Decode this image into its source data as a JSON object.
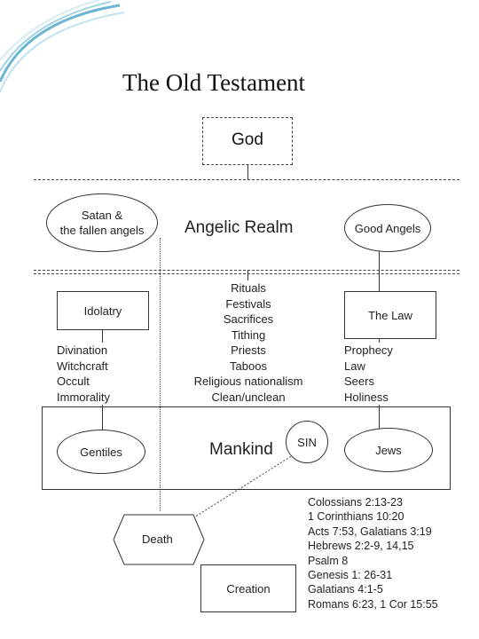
{
  "title": "The Old Testament",
  "god": "God",
  "angelic_realm": "Angelic Realm",
  "satan": [
    "Satan &",
    "the fallen angels"
  ],
  "good_angels": "Good Angels",
  "idolatry": "Idolatry",
  "the_law": "The Law",
  "rituals": [
    "Rituals",
    "Festivals",
    "Sacrifices",
    "Tithing",
    "Priests",
    "Taboos",
    "Religious nationalism",
    "Clean/unclean"
  ],
  "occult": [
    "Divination",
    "Witchcraft",
    "Occult",
    "Immorality"
  ],
  "law_items": [
    "Prophecy",
    "Law",
    "Seers",
    "Holiness"
  ],
  "mankind": "Mankind",
  "gentiles": "Gentiles",
  "sin": "SIN",
  "jews": "Jews",
  "death": "Death",
  "creation": "Creation",
  "references": [
    "Colossians 2:13-23",
    "1 Corinthians 10:20",
    "Acts 7:53, Galatians 3:19",
    "Hebrews 2:2-9, 14,15",
    "Psalm 8",
    "Genesis 1: 26-31",
    "Galatians 4:1-5",
    "Romans 6:23, 1 Cor 15:55"
  ],
  "colors": {
    "corner": "#4aa3c8",
    "line": "#333333"
  }
}
